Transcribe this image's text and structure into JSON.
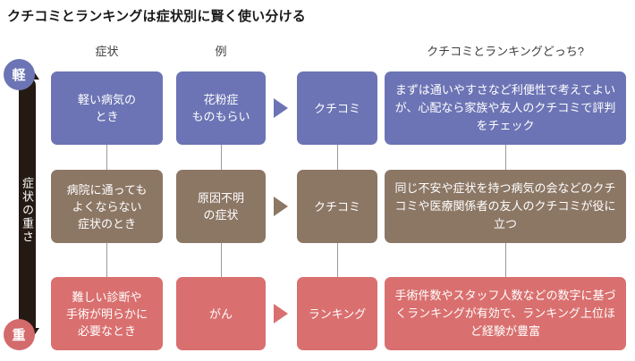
{
  "title": "クチコミとランキングは症状別に賢く使い分ける",
  "axis": {
    "label": "症状の重さ",
    "top_chip": "軽",
    "bottom_chip": "重",
    "top_color": "#6c74b5",
    "bottom_color": "#d36a6c",
    "bar_color": "#241a13"
  },
  "headers": {
    "symptom": "症状",
    "example": "例",
    "which": "クチコミとランキングどっち?"
  },
  "rows": [
    {
      "id": "light",
      "color": "#6c74b5",
      "symptom": "軽い病気の\nとき",
      "example": "花粉症\nものもらい",
      "verdict": "クチコミ",
      "advice": "まずは通いやすさなど利便性で考えてよいが、心配なら家族や友人のクチコミで評判をチェック"
    },
    {
      "id": "medium",
      "color": "#8c7765",
      "symptom": "病院に通っても\nよくならない\n症状のとき",
      "example": "原因不明\nの症状",
      "verdict": "クチコミ",
      "advice": "同じ不安や症状を持つ病気の会などのクチコミや医療関係者の友人のクチコミが役に立つ"
    },
    {
      "id": "heavy",
      "color": "#d9706f",
      "symptom": "難しい診断や\n手術が明らかに\n必要なとき",
      "example": "がん",
      "verdict": "ランキング",
      "advice": "手術件数やスタッフ人数などの数字に基づくランキングが有効で、ランキング上位ほど経験が豊富"
    }
  ]
}
